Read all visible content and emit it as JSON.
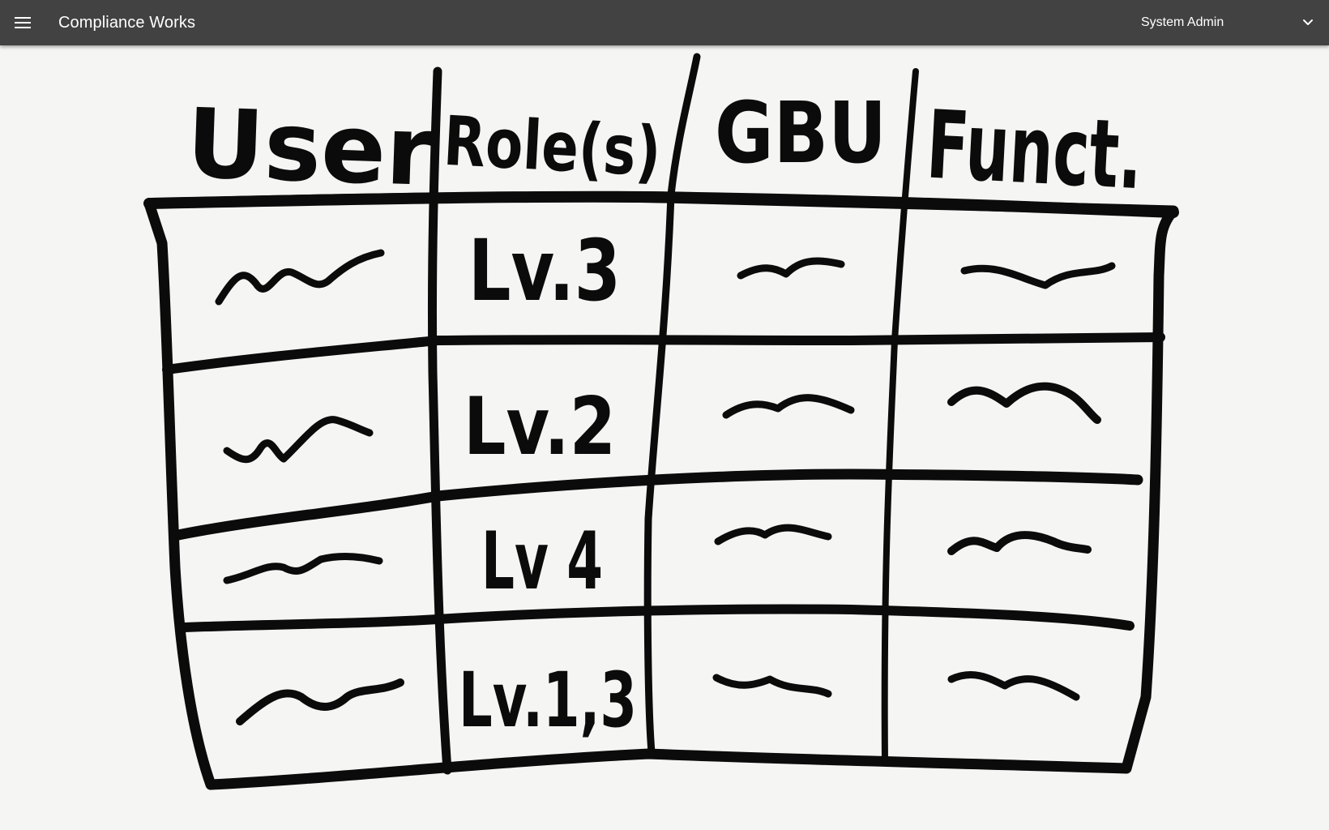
{
  "appbar": {
    "menu_icon": "menu-icon",
    "title": "Compliance Works",
    "user_name": "System Admin",
    "dropdown_icon": "chevron-down-icon"
  },
  "sketch": {
    "headers": [
      "User",
      "Role(s)",
      "GBU",
      "Funct."
    ],
    "rows": [
      {
        "role": "Lv.3"
      },
      {
        "role": "Lv.2"
      },
      {
        "role": "Lv 4"
      },
      {
        "role": "Lv.1,3"
      }
    ]
  }
}
